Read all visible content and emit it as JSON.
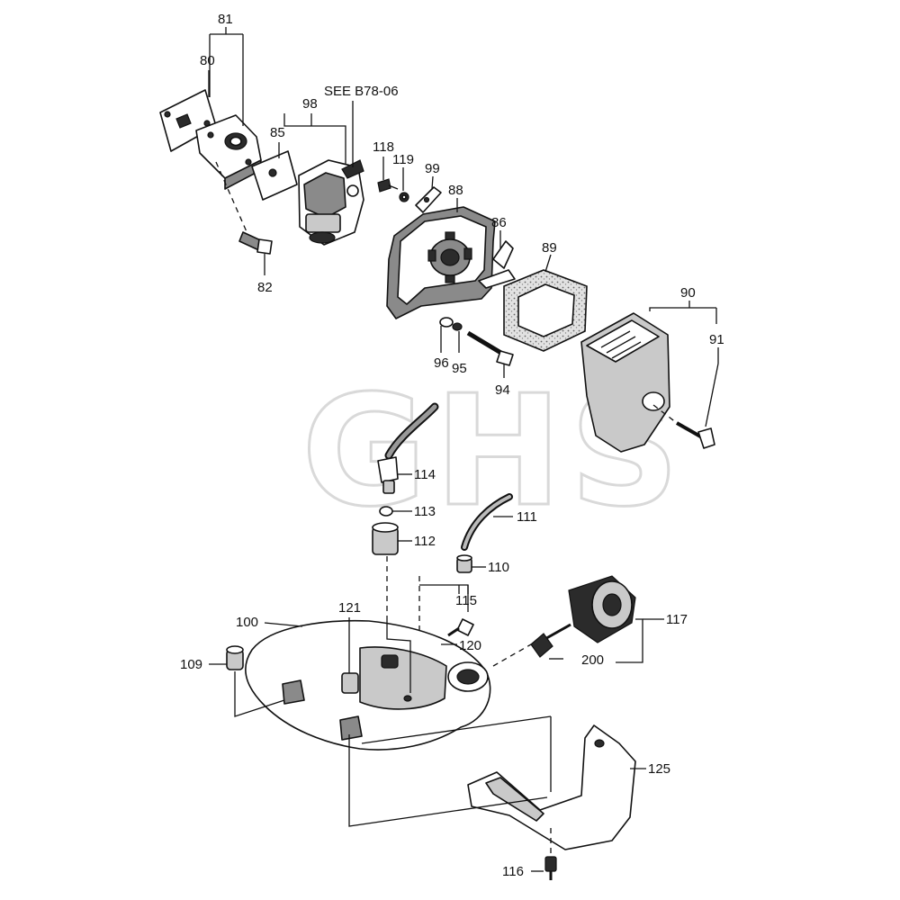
{
  "watermark": "GHS",
  "labels": {
    "p80": "80",
    "p81": "81",
    "p82": "82",
    "p85": "85",
    "p86": "86",
    "p88": "88",
    "p89": "89",
    "p90": "90",
    "p91": "91",
    "p94": "94",
    "p95": "95",
    "p96": "96",
    "p98": "98",
    "p99": "99",
    "p100": "100",
    "p109": "109",
    "p110": "110",
    "p111": "111",
    "p112": "112",
    "p113": "113",
    "p114": "114",
    "p115": "115",
    "p116": "116",
    "p117": "117",
    "p118": "118",
    "p119": "119",
    "p120": "120",
    "p121": "121",
    "p125": "125",
    "p200": "200",
    "see_ref": "SEE B78-06"
  }
}
